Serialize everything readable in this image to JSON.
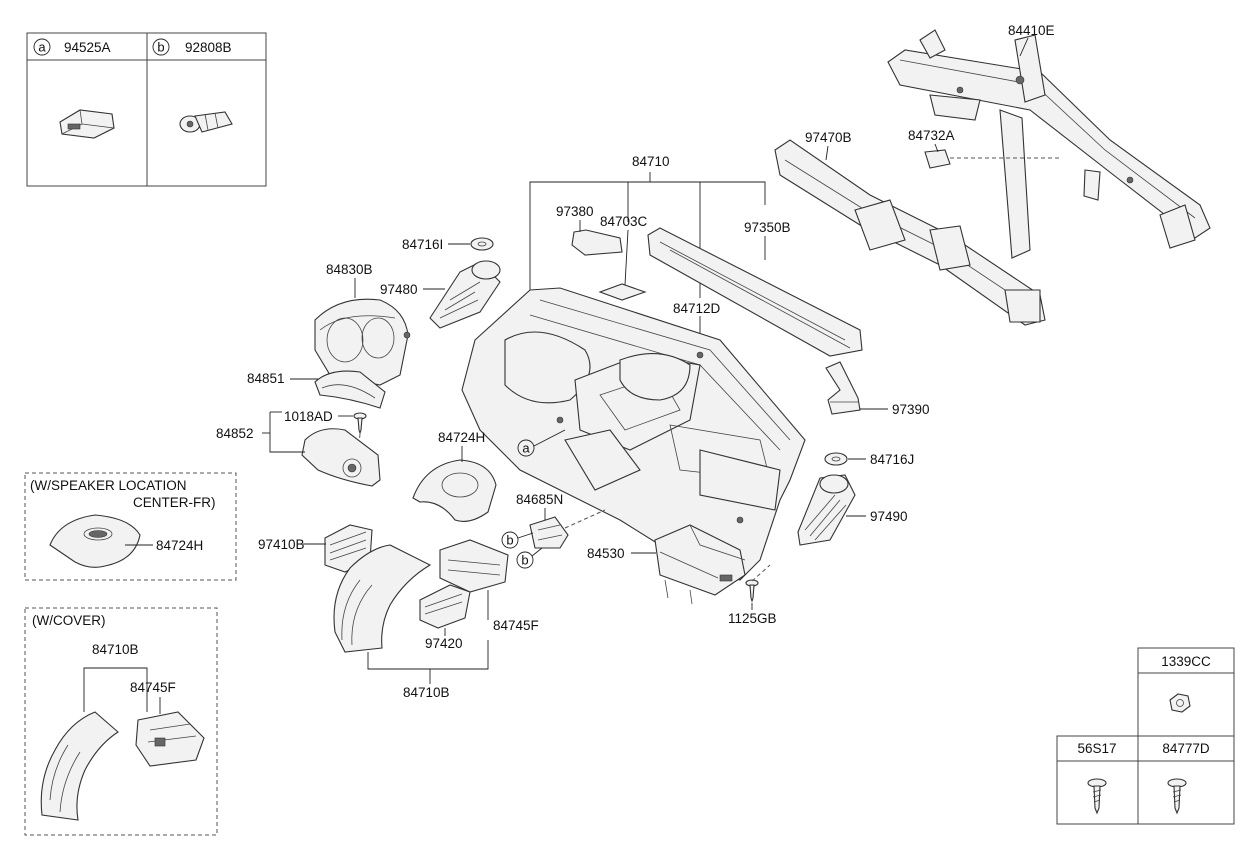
{
  "legend_top": {
    "a_marker": "a",
    "a_part": "94525A",
    "b_marker": "b",
    "b_part": "92808B"
  },
  "boxes": {
    "speaker": {
      "line1": "(W/SPEAKER LOCATION",
      "line2": "CENTER-FR)",
      "part": "84724H"
    },
    "cover": {
      "title": "(W/COVER)",
      "part1": "84710B",
      "part2": "84745F"
    }
  },
  "fasteners": {
    "f1": "1339CC",
    "f2": "56S17",
    "f3": "84777D"
  },
  "labels": {
    "p84410E": "84410E",
    "p97470B": "97470B",
    "p84732A": "84732A",
    "p84710": "84710",
    "p97380": "97380",
    "p84703C": "84703C",
    "p97350B": "97350B",
    "p84716I": "84716I",
    "p84830B": "84830B",
    "p97480": "97480",
    "p84712D": "84712D",
    "p84851": "84851",
    "p1018AD": "1018AD",
    "p84852": "84852",
    "p97390": "97390",
    "p84724H": "84724H",
    "p84716J": "84716J",
    "p84685N": "84685N",
    "p97490": "97490",
    "p97410B": "97410B",
    "p84530": "84530",
    "p84745F": "84745F",
    "p97420": "97420",
    "p1125GB": "1125GB",
    "p84710B": "84710B"
  },
  "markers": {
    "a": "a",
    "b1": "b",
    "b2": "b"
  }
}
